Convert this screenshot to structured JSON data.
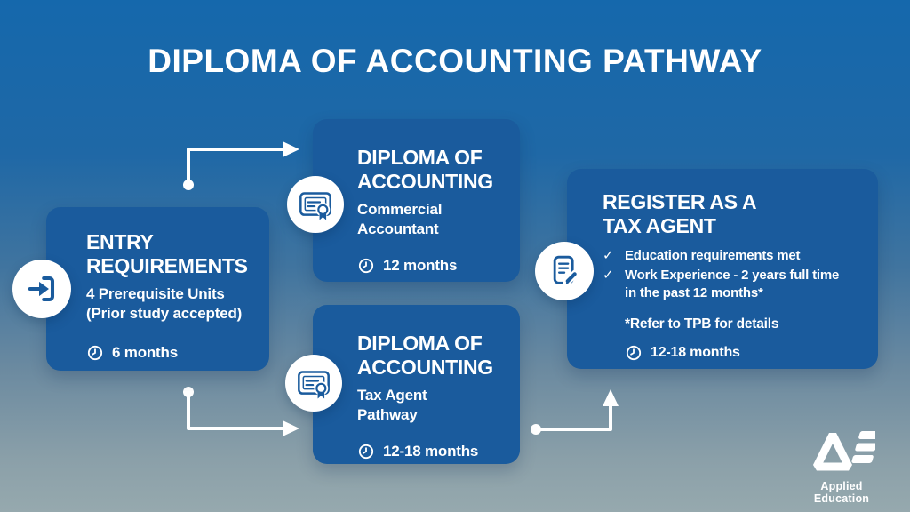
{
  "title": "DIPLOMA OF ACCOUNTING PATHWAY",
  "cards": [
    {
      "id": "entry-requirements",
      "icon": "login-icon",
      "heading": "ENTRY\nREQUIREMENTS",
      "body": "4 Prerequisite Units\n(Prior study accepted)",
      "duration": "6 months"
    },
    {
      "id": "diploma-commercial",
      "icon": "certificate-icon",
      "heading": "DIPLOMA OF\nACCOUNTING",
      "body": "Commercial\nAccountant",
      "duration": "12 months"
    },
    {
      "id": "diploma-tax-agent",
      "icon": "certificate-icon",
      "heading": "DIPLOMA OF\nACCOUNTING",
      "body": "Tax Agent\nPathway",
      "duration": "12-18 months"
    },
    {
      "id": "register-tax-agent",
      "icon": "document-edit-icon",
      "heading": "REGISTER AS A\nTAX AGENT",
      "checklist": [
        "Education requirements met",
        "Work Experience - 2 years full time\nin the past 12 months*"
      ],
      "note": "*Refer to TPB for details",
      "duration": "12-18 months"
    }
  ],
  "icons": {
    "check": "✓"
  },
  "branding": {
    "logo_text": "Applied Education"
  },
  "colors": {
    "background_top": "#1568ac",
    "background_bottom": "#96a9ae",
    "card": "#1a5b9d",
    "text": "#ffffff"
  }
}
